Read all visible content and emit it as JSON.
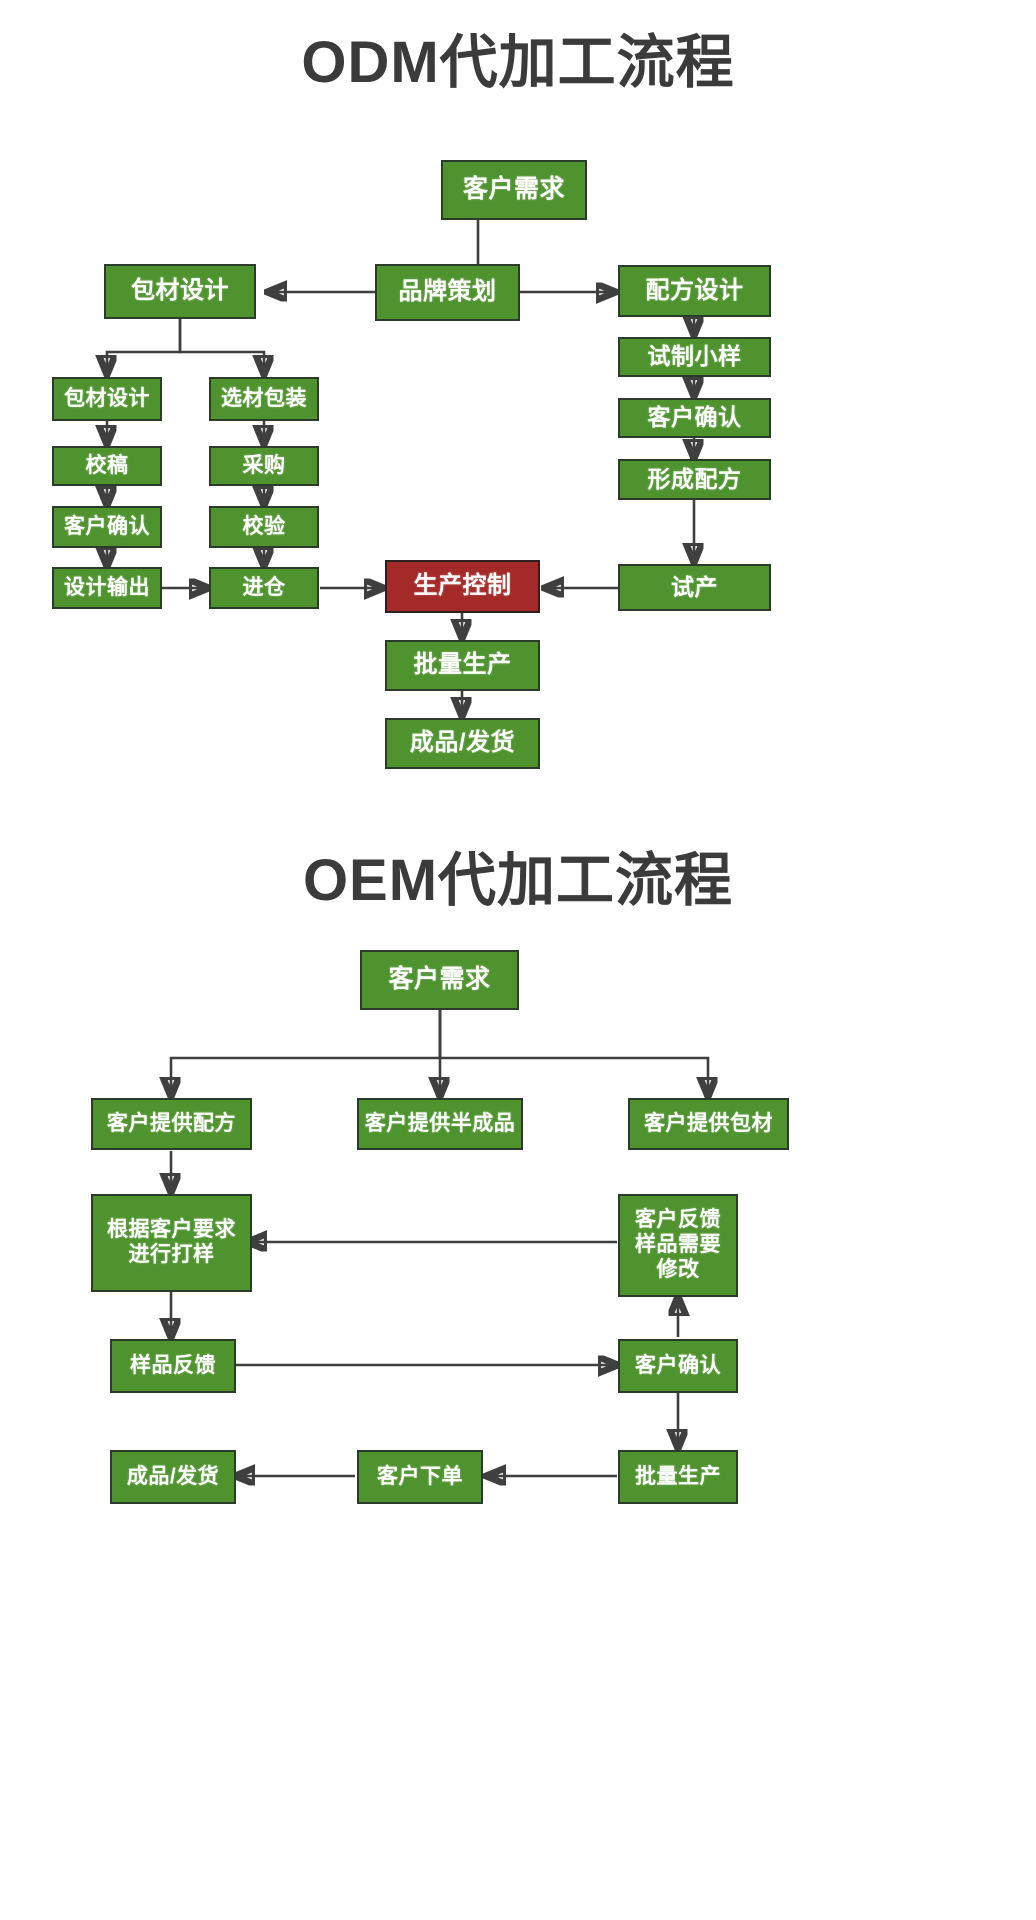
{
  "page": {
    "background": "#ffffff",
    "node_green": "#4e932e",
    "node_red": "#a32a28",
    "border_color": "#2d3b2a",
    "text_color": "#ffffff",
    "title_color": "#3b3b3b"
  },
  "sections": [
    {
      "id": "odm",
      "title": "ODM代加工流程",
      "nodes": {
        "customer_need": "客户需求",
        "brand_planning": "品牌策划",
        "package_design": "包材设计",
        "formula_design": "配方设计",
        "package_design_sub": "包材设计",
        "material_packaging": "选材包装",
        "proofing": "校稿",
        "purchasing": "采购",
        "customer_confirm": "客户确认",
        "inspection": "校验",
        "design_output": "设计输出",
        "warehousing": "进仓",
        "trial_sample": "试制小样",
        "customer_confirm_r": "客户确认",
        "form_formula": "形成配方",
        "trial_production": "试产",
        "production_control": "生产控制",
        "mass_production": "批量生产",
        "finished_shipping": "成品/发货"
      }
    },
    {
      "id": "oem",
      "title": "OEM代加工流程",
      "nodes": {
        "customer_need": "客户需求",
        "customer_provide_formula": "客户提供配方",
        "customer_provide_semi": "客户提供半成品",
        "customer_provide_package": "客户提供包材",
        "sampling_by_request": "根据客户要求进行打样",
        "customer_feedback_revise": "客户反馈样品需要修改",
        "sample_feedback": "样品反馈",
        "customer_confirm": "客户确认",
        "mass_production": "批量生产",
        "customer_order": "客户下单",
        "finished_shipping": "成品/发货"
      }
    }
  ],
  "chart_data": {
    "type": "diagram",
    "title": "ODM / OEM 代加工流程",
    "diagrams": [
      {
        "name": "ODM代加工流程",
        "nodes": [
          "客户需求",
          "品牌策划",
          "包材设计",
          "配方设计",
          "包材设计",
          "选材包装",
          "校稿",
          "采购",
          "客户确认",
          "校验",
          "设计输出",
          "进仓",
          "试制小样",
          "客户确认",
          "形成配方",
          "试产",
          "生产控制",
          "批量生产",
          "成品/发货"
        ],
        "highlight_node": "生产控制",
        "edges": [
          [
            "客户需求",
            "品牌策划"
          ],
          [
            "品牌策划",
            "包材设计"
          ],
          [
            "品牌策划",
            "配方设计"
          ],
          [
            "包材设计",
            "包材设计(子)"
          ],
          [
            "包材设计",
            "选材包装"
          ],
          [
            "包材设计(子)",
            "校稿"
          ],
          [
            "校稿",
            "客户确认"
          ],
          [
            "客户确认",
            "设计输出"
          ],
          [
            "选材包装",
            "采购"
          ],
          [
            "采购",
            "校验"
          ],
          [
            "校验",
            "进仓"
          ],
          [
            "设计输出",
            "进仓"
          ],
          [
            "进仓",
            "生产控制"
          ],
          [
            "配方设计",
            "试制小样"
          ],
          [
            "试制小样",
            "客户确认(右)"
          ],
          [
            "客户确认(右)",
            "形成配方"
          ],
          [
            "形成配方",
            "试产"
          ],
          [
            "试产",
            "生产控制"
          ],
          [
            "生产控制",
            "批量生产"
          ],
          [
            "批量生产",
            "成品/发货"
          ]
        ]
      },
      {
        "name": "OEM代加工流程",
        "nodes": [
          "客户需求",
          "客户提供配方",
          "客户提供半成品",
          "客户提供包材",
          "根据客户要求进行打样",
          "客户反馈样品需要修改",
          "样品反馈",
          "客户确认",
          "批量生产",
          "客户下单",
          "成品/发货"
        ],
        "edges": [
          [
            "客户需求",
            "客户提供配方"
          ],
          [
            "客户需求",
            "客户提供半成品"
          ],
          [
            "客户需求",
            "客户提供包材"
          ],
          [
            "客户提供配方",
            "根据客户要求进行打样"
          ],
          [
            "根据客户要求进行打样",
            "样品反馈"
          ],
          [
            "样品反馈",
            "客户确认"
          ],
          [
            "客户确认",
            "客户反馈样品需要修改"
          ],
          [
            "客户反馈样品需要修改",
            "根据客户要求进行打样"
          ],
          [
            "客户确认",
            "批量生产"
          ],
          [
            "批量生产",
            "客户下单"
          ],
          [
            "客户下单",
            "成品/发货"
          ]
        ]
      }
    ]
  }
}
